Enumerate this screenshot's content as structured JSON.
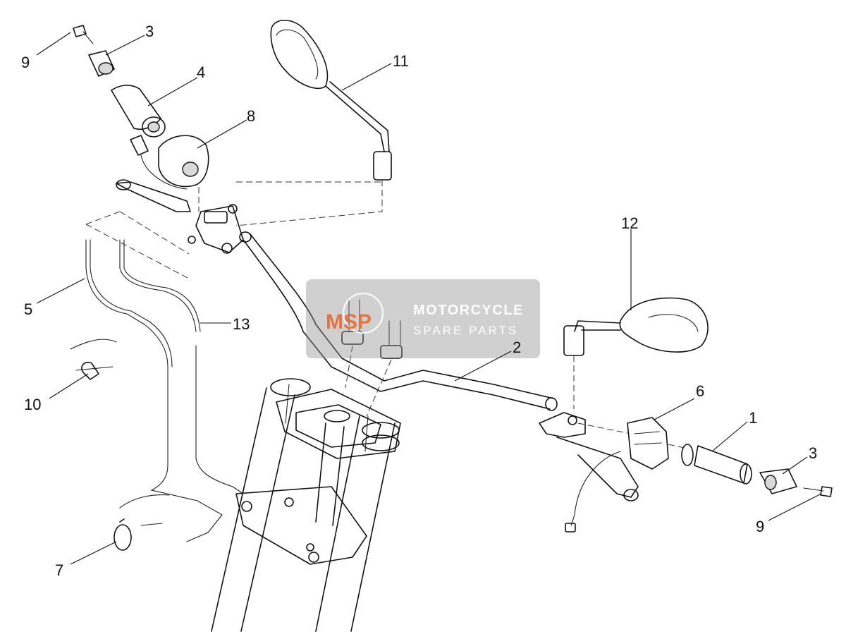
{
  "callouts": [
    {
      "id": "c9a",
      "label": "9"
    },
    {
      "id": "c3a",
      "label": "3"
    },
    {
      "id": "c4",
      "label": "4"
    },
    {
      "id": "c8",
      "label": "8"
    },
    {
      "id": "c11",
      "label": "11"
    },
    {
      "id": "c12",
      "label": "12"
    },
    {
      "id": "c5",
      "label": "5"
    },
    {
      "id": "c13",
      "label": "13"
    },
    {
      "id": "c2",
      "label": "2"
    },
    {
      "id": "c6",
      "label": "6"
    },
    {
      "id": "c1",
      "label": "1"
    },
    {
      "id": "c3b",
      "label": "3"
    },
    {
      "id": "c10",
      "label": "10"
    },
    {
      "id": "c9b",
      "label": "9"
    },
    {
      "id": "c7",
      "label": "7"
    }
  ],
  "watermark": {
    "logo": "MSP",
    "line1": "MOTORCYCLE",
    "line2": "SPARE PARTS",
    "color": "#e8652f"
  }
}
